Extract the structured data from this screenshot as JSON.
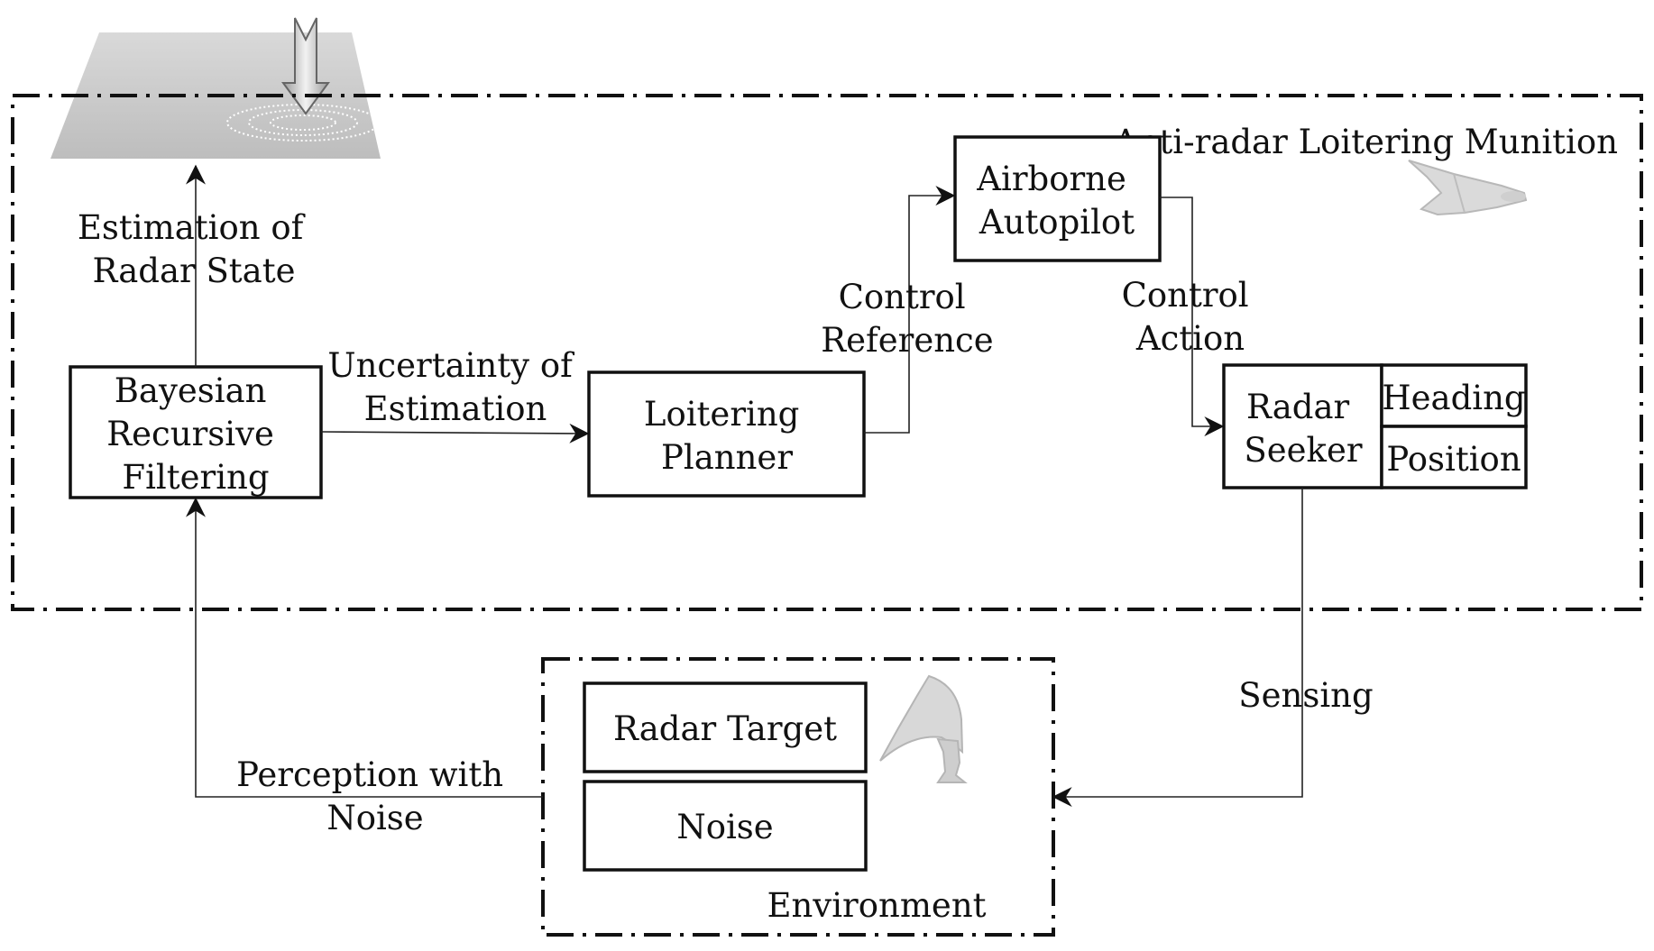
{
  "system_label": "Anti-radar Loitering Munition",
  "environment_label": "Environment",
  "blocks": {
    "bayesian": [
      "Bayesian",
      "Recursive",
      "Filtering"
    ],
    "planner": [
      "Loitering",
      "Planner"
    ],
    "autopilot": [
      "Airborne",
      "Autopilot"
    ],
    "seeker": [
      "Radar",
      "Seeker"
    ],
    "heading": "Heading",
    "position": "Position",
    "radar_target": "Radar Target",
    "noise": "Noise"
  },
  "signals": {
    "estimation": [
      "Estimation of",
      "Radar State"
    ],
    "uncertainty": [
      "Uncertainty of",
      "Estimation"
    ],
    "control_reference": [
      "Control",
      "Reference"
    ],
    "control_action": [
      "Control",
      "Action"
    ],
    "sensing": "Sensing",
    "perception": [
      "Perception with",
      "Noise"
    ]
  },
  "icons": [
    "ground-target-area-icon",
    "loitering-munition-icon",
    "radar-antenna-icon"
  ]
}
